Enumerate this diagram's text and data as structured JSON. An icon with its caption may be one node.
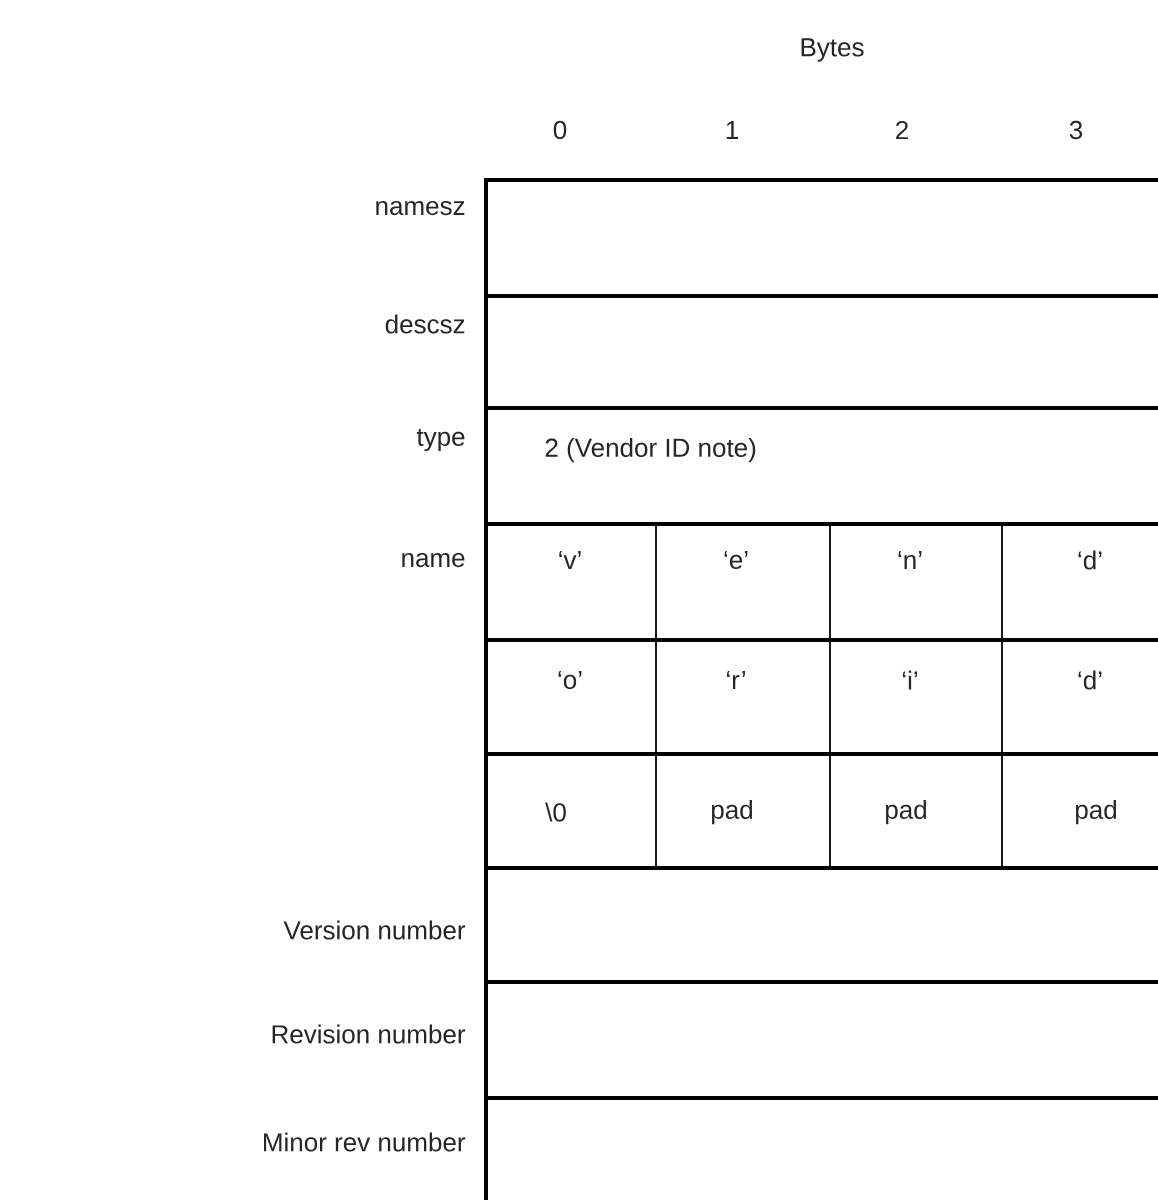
{
  "diagram": {
    "labels": [
      "Bytes",
      "0",
      "1",
      "2",
      "3",
      "namesz",
      "descsz",
      "type",
      "2 (Vendor ID note)",
      "name",
      "‘v’",
      "‘e’",
      "‘n’",
      "‘d’",
      "‘o’",
      "‘r’",
      "‘i’",
      "‘d’",
      "\\0",
      "pad",
      "pad",
      "pad",
      "Version number",
      "Revision number",
      "Minor rev number"
    ]
  }
}
